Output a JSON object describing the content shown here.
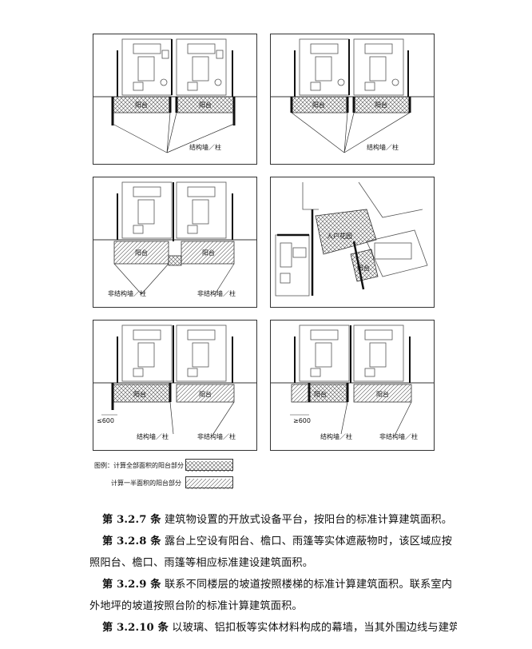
{
  "figures": {
    "balcony": "阳台",
    "entrance_garden": "入户花园",
    "structural_wall": "结构墙／柱",
    "non_structural_wall": "非结构墙／柱",
    "le_600": "≤600",
    "ge_600": "≥600"
  },
  "legend": {
    "title": "图例：",
    "full_area": "计算全部面积的阳台部分",
    "half_area": "计算一半面积的阳台部分"
  },
  "clauses": [
    {
      "num": "第 3.2.7 条",
      "text": "建筑物设置的开放式设备平台，按阳台的标准计算建筑面积。"
    },
    {
      "num": "第 3.2.8 条",
      "text": "露台上空设有阳台、檐口、雨篷等实体遮蔽物时，该区域应按照阳台、檐口、雨篷等相应标准建设建筑面积。"
    },
    {
      "num": "第 3.2.9 条",
      "text": "联系不同楼层的坡道按照楼梯的标准计算建筑面积。联系室内外地坪的坡道按照台阶的标准计算建筑面积。"
    },
    {
      "num": "第 3.2.10 条",
      "text": "以玻璃、铝扣板等实体材料构成的幕墙，当其外围边线与建筑"
    }
  ]
}
